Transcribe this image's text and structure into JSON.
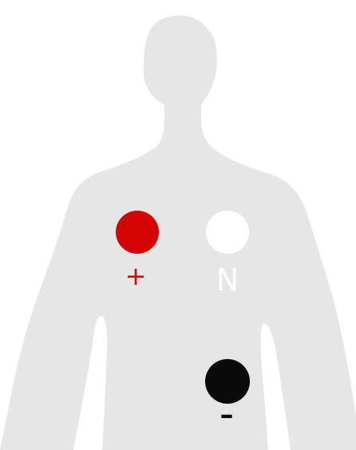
{
  "figure": {
    "colors": {
      "background": "#ffffff",
      "silhouette": "#e6e6e6"
    },
    "electrodes": [
      {
        "id": "positive",
        "label": "+",
        "fill": "#d40404",
        "label_color": "#d40404"
      },
      {
        "id": "neutral",
        "label": "N",
        "fill": "#ffffff",
        "label_color": "#ffffff"
      },
      {
        "id": "negative",
        "label": "–",
        "fill": "#0a0a0a",
        "label_color": "#0a0a0a"
      }
    ]
  }
}
